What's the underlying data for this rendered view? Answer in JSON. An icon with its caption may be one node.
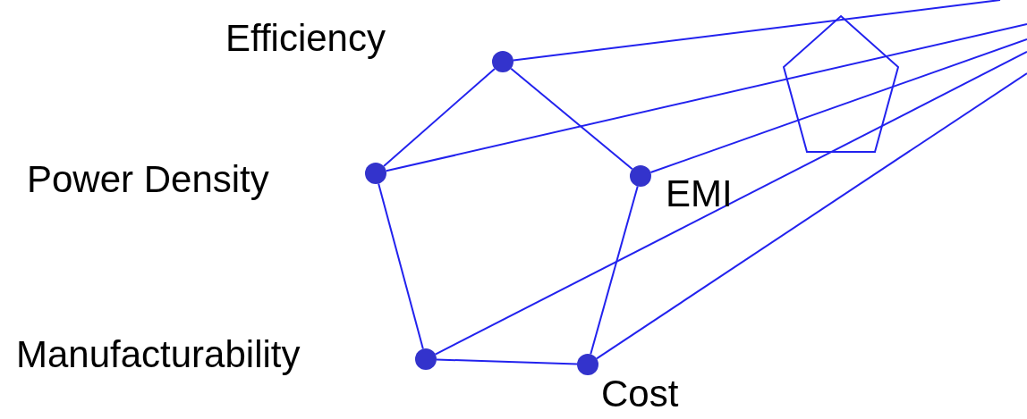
{
  "diagram": {
    "nodes": [
      {
        "text": [],
        "shape": "circle",
        "beside": [
          "Efficiency"
        ]
      },
      {
        "text": [],
        "shape": "circle",
        "beside": [
          "EMI"
        ]
      },
      {
        "text": [],
        "shape": "circle",
        "beside": [
          "Cost"
        ]
      },
      {
        "text": [],
        "shape": "circle",
        "beside": [
          "Manufacturability"
        ]
      },
      {
        "text": [],
        "shape": "circle",
        "beside": [
          "Power Density"
        ]
      }
    ],
    "edges": [
      {
        "from": 0,
        "to": 1,
        "arrow": "none"
      },
      {
        "from": 1,
        "to": 2,
        "arrow": "none"
      },
      {
        "from": 2,
        "to": 3,
        "arrow": "none"
      },
      {
        "from": 3,
        "to": 4,
        "arrow": "none"
      },
      {
        "from": 4,
        "to": 0,
        "arrow": "none"
      },
      {
        "from": 0,
        "to": null,
        "arrow": "none"
      },
      {
        "from": 4,
        "to": null,
        "arrow": "none"
      },
      {
        "from": 1,
        "to": null,
        "arrow": "none"
      },
      {
        "from": 3,
        "to": null,
        "arrow": "none"
      },
      {
        "from": 2,
        "to": null,
        "arrow": "none"
      }
    ]
  }
}
